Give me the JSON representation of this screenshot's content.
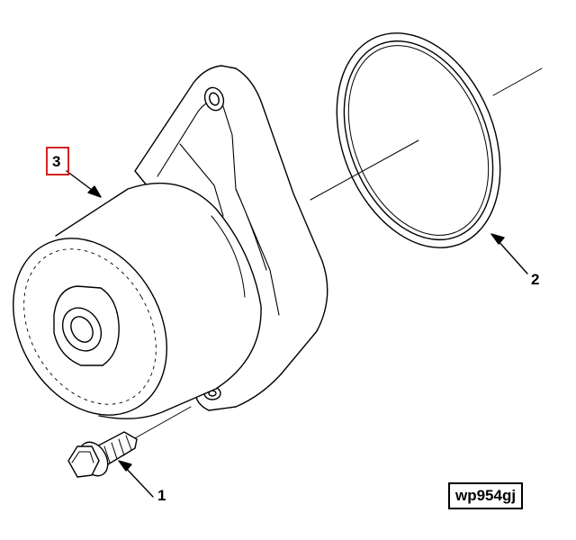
{
  "callouts": {
    "pump": "3",
    "seal_ring": "2",
    "bolt": "1"
  },
  "figure_id": "wp954gj",
  "colors": {
    "line": "#000000",
    "highlight": "#d62020",
    "background": "#ffffff"
  }
}
